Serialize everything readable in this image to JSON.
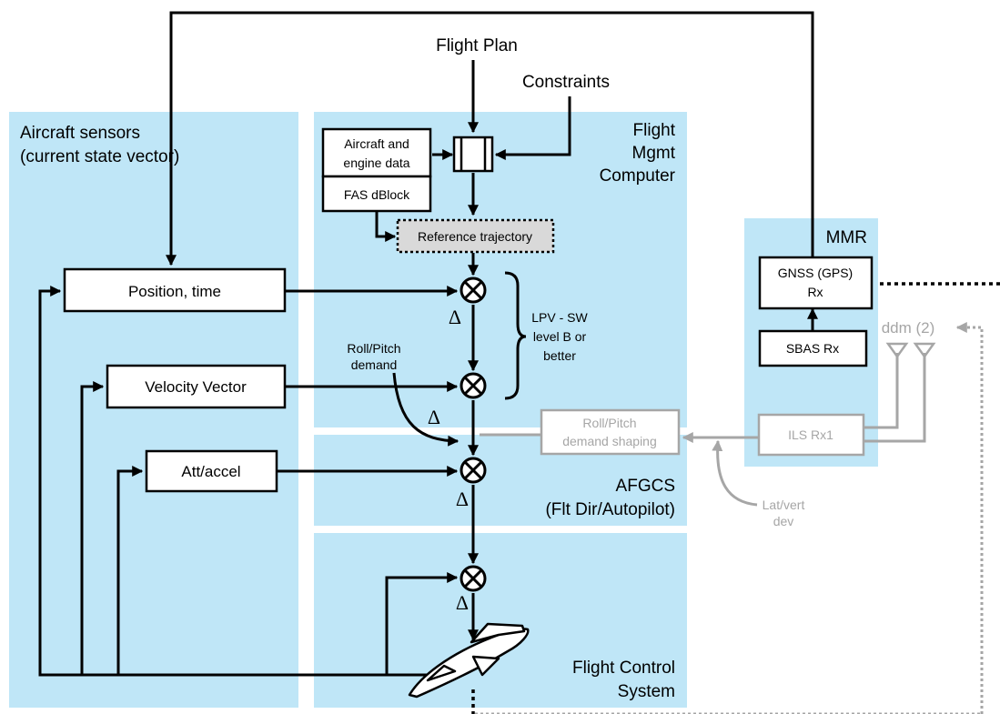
{
  "panels": {
    "sensors_title_line1": "Aircraft sensors",
    "sensors_title_line2": "(current state vector)",
    "fmc_line1": "Flight",
    "fmc_line2": "Mgmt",
    "fmc_line3": "Computer",
    "afgcs_line1": "AFGCS",
    "afgcs_line2": "(Flt Dir/Autopilot)",
    "fcs_line1": "Flight Control",
    "fcs_line2": "System",
    "mmr": "MMR"
  },
  "inputs": {
    "flight_plan": "Flight Plan",
    "constraints": "Constraints"
  },
  "boxes": {
    "aircraft_engine_line1": "Aircraft and",
    "aircraft_engine_line2": "engine data",
    "fas_dblock": "FAS dBlock",
    "reference_trajectory": "Reference trajectory",
    "position_time": "Position, time",
    "velocity_vector": "Velocity Vector",
    "att_accel": "Att/accel",
    "gnss_line1": "GNSS (GPS)",
    "gnss_line2": "Rx",
    "sbas": "SBAS Rx",
    "ils": "ILS Rx1",
    "rollpitch_shaping_line1": "Roll/Pitch",
    "rollpitch_shaping_line2": "demand shaping"
  },
  "annotations": {
    "lpv_line1": "LPV - SW",
    "lpv_line2": "level B or",
    "lpv_line3": "better",
    "rollpitch_demand_line1": "Roll/Pitch",
    "rollpitch_demand_line2": "demand",
    "latvert_line1": "Lat/vert",
    "latvert_line2": "dev",
    "ddm": "ddm (2)",
    "delta": "Δ"
  },
  "colors": {
    "panel": "#bfe6f7",
    "gray": "#a6a6a6",
    "summing_fill": "#ffffff",
    "ref_box_fill": "#d9d9d9"
  }
}
